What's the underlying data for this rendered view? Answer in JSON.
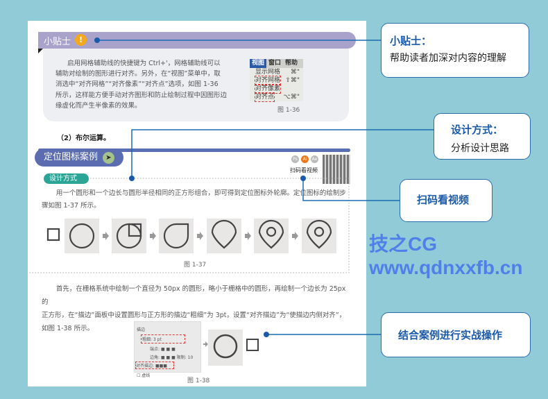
{
  "tip": {
    "title": "小贴士",
    "bulb": "lightbulb-icon",
    "lines": [
      "启用网格辅助线的快捷键为 Ctrl+'，网格辅助线可以",
      "辅助对绘制的图形进行对齐。另外，在“视图”菜单中，取",
      "消选中“对齐网格”“对齐像素”“对齐点”选项，如图 1-36",
      "所示，这样能方便手动对齐图形和防止绘制过程中因图形边",
      "缘虚化而产生半像素的效果。"
    ],
    "menu": {
      "bar": [
        "视图",
        "窗口",
        "帮助"
      ],
      "items": [
        {
          "label": "显示网格",
          "key": "⌘\""
        },
        {
          "label": "对齐网格",
          "key": "⇧⌘\""
        },
        {
          "label": "对齐像素",
          "key": ""
        },
        {
          "label": "对齐点",
          "key": "⌥⌘\""
        }
      ]
    },
    "caption": "图 1-36"
  },
  "section_heading": "（2）布尔运算。",
  "case": {
    "title": "定位图标案例",
    "software": [
      "Ps",
      "Ai",
      "Ae"
    ],
    "scan_label": "扫码看视频",
    "design_tag": "设计方式",
    "lines": [
      "用一个圆形和一个边长与圆形半径相同的正方形组合，即可得到定位图标外轮廓。定位图标的绘制步",
      "骤如图 1-37 所示。"
    ],
    "fig37_caption": "图 1-37",
    "lines2": [
      "首先，在栅格系统中绘制一个直径为 50px 的圆形，略小于栅格中的圆形，再绘制一个边长为 25px 的",
      "正方形，在“描边”面板中设置圆形与正方形的描边“粗细”为 3pt，设置“对齐描边”为“使描边内侧对齐”，",
      "如图 1-38 所示。"
    ],
    "panel": {
      "title": "描边",
      "weight_label": "粗细:",
      "weight": "3 pt",
      "cap_label": "端点:",
      "corner_label": "边角:",
      "limit_label": "限制:",
      "limit": "10",
      "align_label": "对齐描边:",
      "dashed_label": "虚线"
    },
    "fig38_caption": "图 1-38"
  },
  "watermark": "技之CG  www.qdnxxfb.cn",
  "callouts": [
    {
      "title": "小贴士：",
      "sub": "帮助读者加深对内容的理解"
    },
    {
      "title": "设计方式：",
      "sub": "分析设计思路"
    },
    {
      "title": "扫码看视频",
      "sub": ""
    },
    {
      "title": "结合案例进行实战操作",
      "sub": ""
    }
  ],
  "colors": {
    "background": "#92cbd8",
    "accent": "#1a5aa8",
    "tip_bar": "#a9a3cc",
    "case_bar": "#5b6cb0",
    "design_tag": "#2aa596"
  }
}
